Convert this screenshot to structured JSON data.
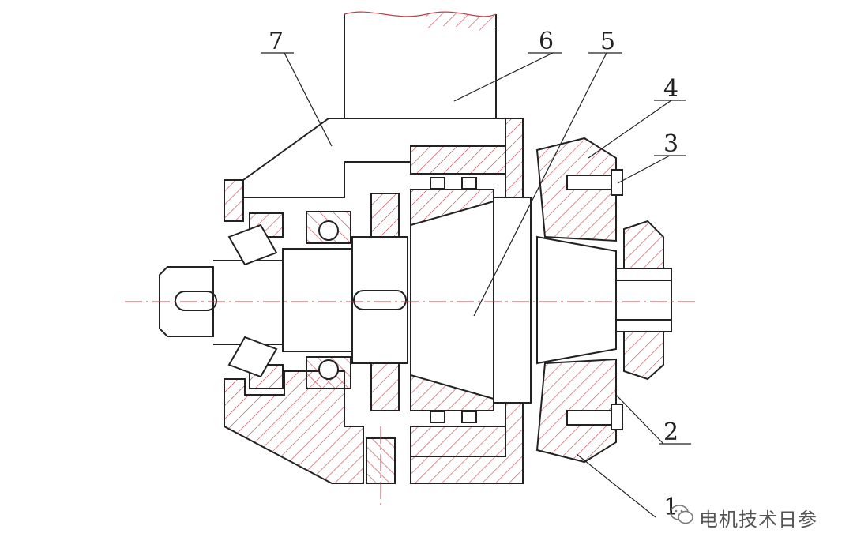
{
  "labels": {
    "l1": "1",
    "l2": "2",
    "l3": "3",
    "l4": "4",
    "l5": "5",
    "l6": "6",
    "l7": "7"
  },
  "watermark": {
    "text": "电机技术日参",
    "icon": "wechat-icon"
  },
  "colors": {
    "outline": "#222222",
    "hatch": "#c0404a",
    "centerline": "#c0404a"
  }
}
